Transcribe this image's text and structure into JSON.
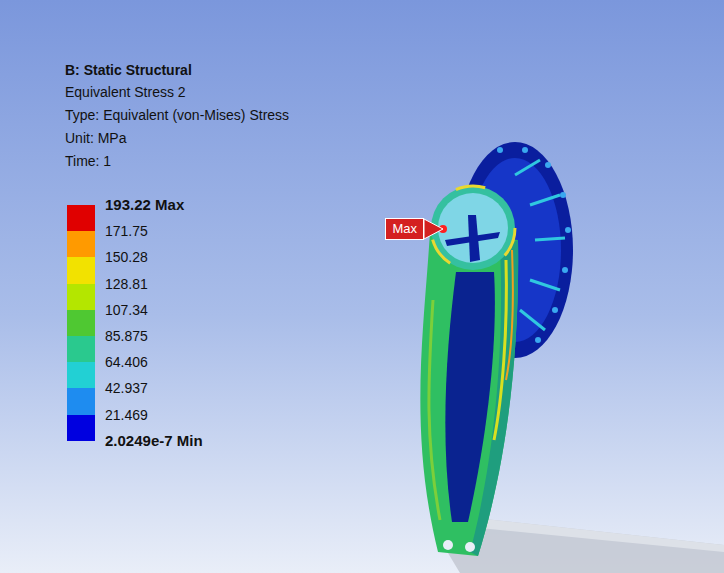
{
  "diagram": {
    "title": "B: Static Structural",
    "nodes": [
      {
        "text": [
          "Max"
        ]
      }
    ],
    "labels": [
      "Equivalent Stress 2",
      "Type: Equivalent (von-Mises) Stress",
      "Unit: MPa",
      "Time: 1"
    ],
    "legend": [
      {
        "text": "193.22 Max",
        "color": "#e00000"
      },
      {
        "text": "171.75",
        "color": "#ff9a00"
      },
      {
        "text": "150.28",
        "color": "#f2e200"
      },
      {
        "text": "128.81",
        "color": "#b4e600"
      },
      {
        "text": "107.34",
        "color": "#4fc832"
      },
      {
        "text": "85.875",
        "color": "#2ac98e"
      },
      {
        "text": "64.406",
        "color": "#22d0d4"
      },
      {
        "text": "42.937",
        "color": "#1e8cf0"
      },
      {
        "text": "21.469",
        "color": "#0000e0"
      },
      {
        "text": "2.0249e-7 Min"
      }
    ]
  }
}
